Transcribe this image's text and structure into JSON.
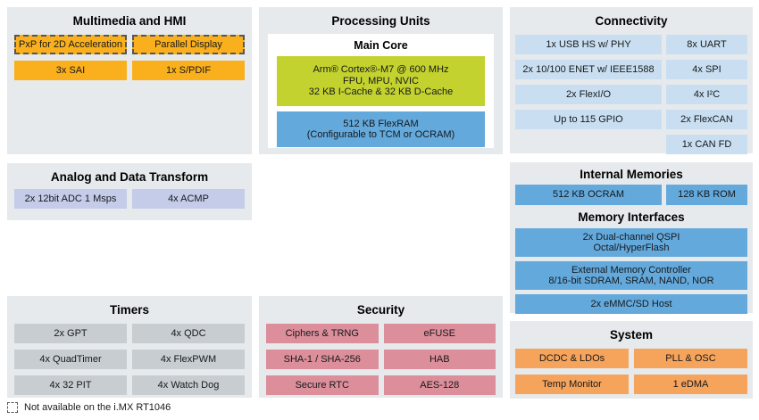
{
  "colors": {
    "panel_bg": "#E6EAEC",
    "multimedia_orange": "#FAAF1C",
    "processing_green": "#C3D22F",
    "memory_blue": "#64A9DC",
    "connectivity_light_blue": "#C9DFF1",
    "analog_lavender": "#C5CCE9",
    "timers_gray": "#C8CDD2",
    "security_pink": "#DC8E9A",
    "system_orange": "#F6A45C",
    "dashed_border": "#53575a"
  },
  "panels": {
    "multimedia": {
      "title": "Multimedia and HMI",
      "blocks": [
        "PxP for 2D Acceleration",
        "Parallel Display",
        "3x SAI",
        "1x S/PDIF"
      ]
    },
    "processing": {
      "title": "Processing Units",
      "subtitle": "Main Core",
      "core": "Arm® Cortex®-M7 @ 600 MHz\nFPU, MPU, NVIC\n32 KB I-Cache & 32 KB D-Cache",
      "flexram": "512 KB FlexRAM\n(Configurable to TCM or OCRAM)"
    },
    "connectivity": {
      "title": "Connectivity",
      "left_blocks": [
        "1x USB HS w/ PHY",
        "2x 10/100 ENET w/ IEEE1588",
        "2x FlexI/O",
        "Up to 115 GPIO"
      ],
      "right_blocks": [
        "8x UART",
        "4x SPI",
        "4x I²C",
        "2x FlexCAN",
        "1x CAN FD"
      ]
    },
    "analog": {
      "title": "Analog and Data Transform",
      "blocks": [
        "2x 12bit ADC 1 Msps",
        "4x ACMP"
      ]
    },
    "memories": {
      "title_internal": "Internal Memories",
      "internal_blocks": [
        "512 KB OCRAM",
        "128 KB ROM"
      ],
      "title_interfaces": "Memory Interfaces",
      "interface_blocks": [
        "2x Dual-channel QSPI\nOctal/HyperFlash",
        "External Memory Controller\n8/16-bit SDRAM, SRAM, NAND, NOR",
        "2x eMMC/SD Host"
      ]
    },
    "timers": {
      "title": "Timers",
      "blocks": [
        "2x GPT",
        "4x QDC",
        "4x QuadTimer",
        "4x FlexPWM",
        "4x 32 PIT",
        "4x Watch Dog"
      ]
    },
    "security": {
      "title": "Security",
      "blocks": [
        "Ciphers & TRNG",
        "eFUSE",
        "SHA-1 / SHA-256",
        "HAB",
        "Secure RTC",
        "AES-128"
      ]
    },
    "system": {
      "title": "System",
      "blocks": [
        "DCDC & LDOs",
        "PLL & OSC",
        "Temp Monitor",
        "1 eDMA"
      ]
    }
  },
  "footnote": {
    "text": "Not available on the i.MX RT1046"
  }
}
